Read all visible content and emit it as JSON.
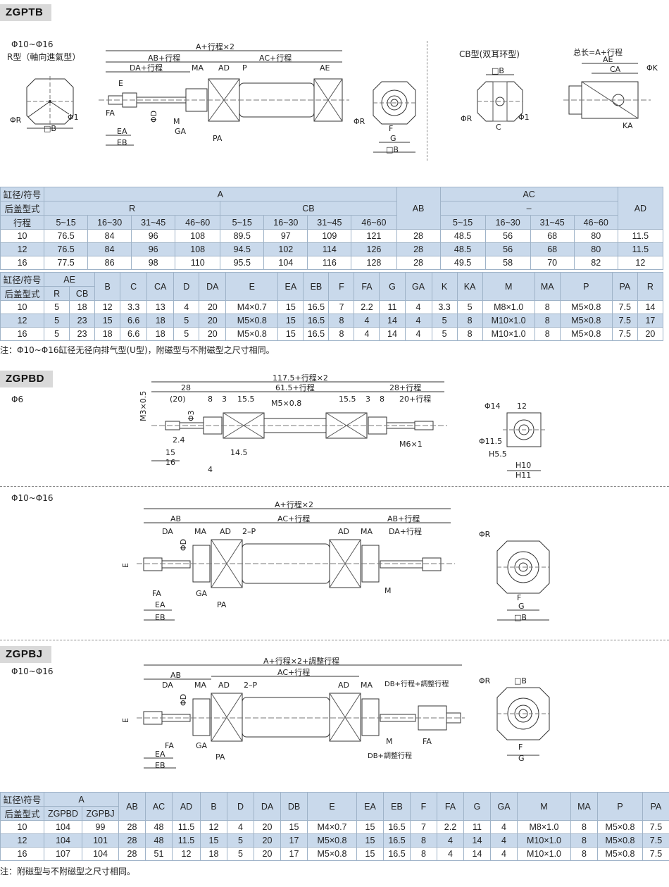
{
  "sections": {
    "zgptb": "ZGPTB",
    "zgpbd": "ZGPBD",
    "zgpbj": "ZGPBJ"
  },
  "ptb": {
    "size_range": "Φ10~Φ16",
    "r_type": "R型（軸向進氣型）",
    "cb_type": "CB型(双耳环型)",
    "total_len": "总长=A+行程",
    "dims": {
      "a2": "A+行程×2",
      "ab": "AB+行程",
      "ac": "AC+行程",
      "da": "DA+行程",
      "ma": "MA",
      "ad": "AD",
      "p": "P",
      "ae": "AE",
      "e": "E",
      "fa": "FA",
      "ea": "EA",
      "eb": "EB",
      "d": "ΦD",
      "m": "M",
      "ga": "GA",
      "pa": "PA",
      "phir": "ΦR",
      "b": "□B",
      "phi1": "Φ1",
      "f": "F",
      "g": "G",
      "ca": "CA",
      "phik": "ΦK",
      "c": "C",
      "ka": "KA"
    }
  },
  "table1": {
    "h1": [
      "缸径/符号",
      "A",
      "AB",
      "AC",
      "AD"
    ],
    "h2": [
      "后盖型式",
      "R",
      "CB",
      "–"
    ],
    "h3": [
      "行程",
      "5~15",
      "16~30",
      "31~45",
      "46~60",
      "5~15",
      "16~30",
      "31~45",
      "46~60",
      "5~15",
      "16~30",
      "31~45",
      "46~60"
    ],
    "rows": [
      [
        "10",
        "76.5",
        "84",
        "96",
        "108",
        "89.5",
        "97",
        "109",
        "121",
        "28",
        "48.5",
        "56",
        "68",
        "80",
        "11.5"
      ],
      [
        "12",
        "76.5",
        "84",
        "96",
        "108",
        "94.5",
        "102",
        "114",
        "126",
        "28",
        "48.5",
        "56",
        "68",
        "80",
        "11.5"
      ],
      [
        "16",
        "77.5",
        "86",
        "98",
        "110",
        "95.5",
        "104",
        "116",
        "128",
        "28",
        "49.5",
        "58",
        "70",
        "82",
        "12"
      ]
    ]
  },
  "table2": {
    "h1": [
      "缸径/符号",
      "AE",
      "B",
      "C",
      "CA",
      "D",
      "DA",
      "E",
      "EA",
      "EB",
      "F",
      "FA",
      "G",
      "GA",
      "K",
      "KA",
      "M",
      "MA",
      "P",
      "PA",
      "R"
    ],
    "h2": [
      "后盖型式",
      "R",
      "CB"
    ],
    "rows": [
      [
        "10",
        "5",
        "18",
        "12",
        "3.3",
        "13",
        "4",
        "20",
        "M4×0.7",
        "15",
        "16.5",
        "7",
        "2.2",
        "11",
        "4",
        "3.3",
        "5",
        "M8×1.0",
        "8",
        "M5×0.8",
        "7.5",
        "14"
      ],
      [
        "12",
        "5",
        "23",
        "15",
        "6.6",
        "18",
        "5",
        "20",
        "M5×0.8",
        "15",
        "16.5",
        "8",
        "4",
        "14",
        "4",
        "5",
        "8",
        "M10×1.0",
        "8",
        "M5×0.8",
        "7.5",
        "17"
      ],
      [
        "16",
        "5",
        "23",
        "18",
        "6.6",
        "18",
        "5",
        "20",
        "M5×0.8",
        "15",
        "16.5",
        "8",
        "4",
        "14",
        "4",
        "5",
        "8",
        "M10×1.0",
        "8",
        "M5×0.8",
        "7.5",
        "20"
      ]
    ]
  },
  "note1": "注：Φ10~Φ16缸径无径向排气型(U型)，附磁型与不附磁型之尺寸相同。",
  "bd": {
    "phi6": "Φ6",
    "size_range": "Φ10~Φ16",
    "dims": {
      "total": "117.5+行程×2",
      "d28": "28",
      "d615": "61.5+行程",
      "d28s": "28+行程",
      "d20p": "(20)",
      "d8": "8",
      "d3": "3",
      "d155": "15.5",
      "m5": "M5×0.8",
      "d20s": "20+行程",
      "m3": "M3×0.5",
      "phi3": "Φ3",
      "d24": "2.4",
      "d15": "15",
      "d16": "16",
      "d4": "4",
      "d145": "14.5",
      "m6": "M6×1",
      "phi14": "Φ14",
      "d12": "12",
      "phi115": "Φ11.5",
      "h55": "H5.5",
      "h10": "H10",
      "h11": "H11",
      "a2": "A+行程×2",
      "ab": "AB",
      "ac": "AC+行程",
      "abs": "AB+行程",
      "da": "DA",
      "ma": "MA",
      "ad": "AD",
      "p2": "2–P",
      "das": "DA+行程",
      "d": "ΦD",
      "e": "E",
      "fa": "FA",
      "ga": "GA",
      "ea": "EA",
      "eb": "EB",
      "pa": "PA",
      "m": "M",
      "phir": "ΦR",
      "f": "F",
      "g": "G",
      "b": "□B"
    }
  },
  "bj": {
    "size_range": "Φ10~Φ16",
    "dims": {
      "a2": "A+行程×2+調整行程",
      "ab": "AB",
      "ac": "AC+行程",
      "da": "DA",
      "ma": "MA",
      "ad": "AD",
      "p2": "2–P",
      "db": "DB+行程+調整行程",
      "d": "ΦD",
      "e": "E",
      "m": "M",
      "fa": "FA",
      "ga": "GA",
      "ea": "EA",
      "eb": "EB",
      "pa": "PA",
      "db2": "DB+調整行程",
      "phir": "ΦR",
      "b": "□B",
      "f": "F",
      "g": "G"
    }
  },
  "table3": {
    "h1": [
      "缸径\\符号",
      "A",
      "AB",
      "AC",
      "AD",
      "B",
      "D",
      "DA",
      "DB",
      "E",
      "EA",
      "EB",
      "F",
      "FA",
      "G",
      "GA",
      "M",
      "MA",
      "P",
      "PA"
    ],
    "h2": [
      "后盖型式",
      "ZGPBD",
      "ZGPBJ"
    ],
    "rows": [
      [
        "10",
        "104",
        "99",
        "28",
        "48",
        "11.5",
        "12",
        "4",
        "20",
        "15",
        "M4×0.7",
        "15",
        "16.5",
        "7",
        "2.2",
        "11",
        "4",
        "M8×1.0",
        "8",
        "M5×0.8",
        "7.5"
      ],
      [
        "12",
        "104",
        "101",
        "28",
        "48",
        "11.5",
        "15",
        "5",
        "20",
        "17",
        "M5×0.8",
        "15",
        "16.5",
        "8",
        "4",
        "14",
        "4",
        "M10×1.0",
        "8",
        "M5×0.8",
        "7.5"
      ],
      [
        "16",
        "107",
        "104",
        "28",
        "51",
        "12",
        "18",
        "5",
        "20",
        "17",
        "M5×0.8",
        "15",
        "16.5",
        "8",
        "4",
        "14",
        "4",
        "M10×1.0",
        "8",
        "M5×0.8",
        "7.5"
      ]
    ]
  },
  "note2": "注：附磁型与不附磁型之尺寸相同。"
}
